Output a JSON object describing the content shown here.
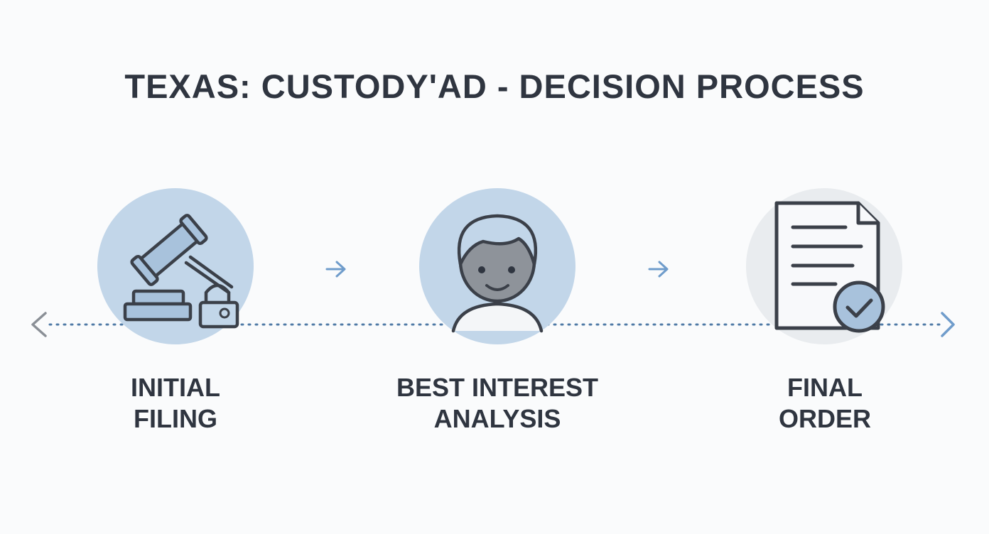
{
  "title": "TEXAS: CUSTODY'AD - DECISION PROCESS",
  "colors": {
    "circle_fill": "#c2d6e9",
    "circle_gray": "#e9ecef",
    "icon_stroke": "#3b4049",
    "timeline_dots": "#4f7aa6",
    "step_arrow": "#6f9ccb",
    "end_arrow_left": "#8a8f96",
    "end_arrow_right": "#6f9ccb"
  },
  "steps": [
    {
      "icon": "gavel-icon",
      "label_line1": "INITIAL",
      "label_line2": "FILING"
    },
    {
      "icon": "child-face-icon",
      "label_line1": "BEST INTEREST",
      "label_line2": "ANALYSIS"
    },
    {
      "icon": "document-check-icon",
      "label_line1": "FINAL",
      "label_line2": "ORDER"
    }
  ]
}
